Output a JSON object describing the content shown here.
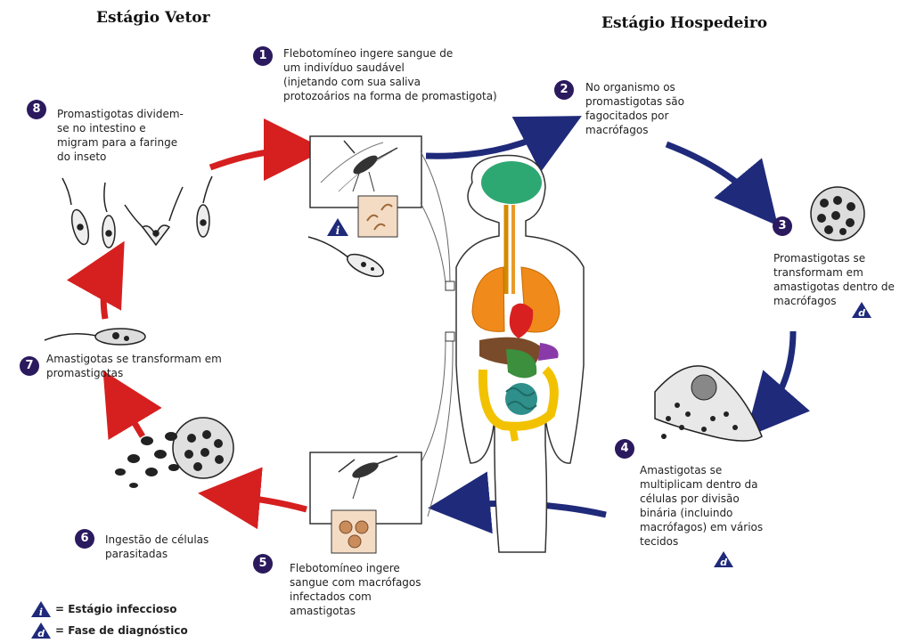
{
  "titles": {
    "vector": "Estágio Vetor",
    "host": "Estágio Hospedeiro"
  },
  "steps": [
    {
      "number": "1",
      "text": [
        "Flebotomíneo ingere sangue de",
        "um indivíduo saudável",
        "(injetando com sua saliva",
        "protozoários na forma de promastigota)"
      ]
    },
    {
      "number": "2",
      "text": [
        "No organismo os",
        "promastigotas são",
        "fagocitados por",
        "macrófagos"
      ]
    },
    {
      "number": "3",
      "text": [
        "Promastigotas se",
        "transformam em",
        "amastigotas dentro de",
        "macrófagos"
      ]
    },
    {
      "number": "4",
      "text": [
        "Amastigotas se",
        "multiplicam dentro da",
        "células por divisão",
        "binária (incluindo",
        "macrófagos) em vários",
        "tecidos"
      ]
    },
    {
      "number": "5",
      "text": [
        "Flebotomíneo ingere",
        "sangue com macrófagos",
        "infectados com",
        "amastigotas"
      ]
    },
    {
      "number": "6",
      "text": [
        "Ingestão de células",
        "parasitadas"
      ]
    },
    {
      "number": "7",
      "text": [
        "Amastigotas se transformam em",
        "promastigotas"
      ]
    },
    {
      "number": "8",
      "text": [
        "Promastigotas dividem-",
        "se no intestino e",
        "migram para a faringe",
        "do inseto"
      ]
    }
  ],
  "badges": {
    "infectious": "i",
    "diagnostic": "d"
  },
  "legend": {
    "infectious_label": "= Estágio infeccioso",
    "diagnostic_label": "= Fase de diagnóstico"
  },
  "colors": {
    "host_arrow": "#1f2a7a",
    "vector_arrow": "#d61f1f",
    "number_circle": "#2b1a5e",
    "badge": "#1f2a7a"
  }
}
